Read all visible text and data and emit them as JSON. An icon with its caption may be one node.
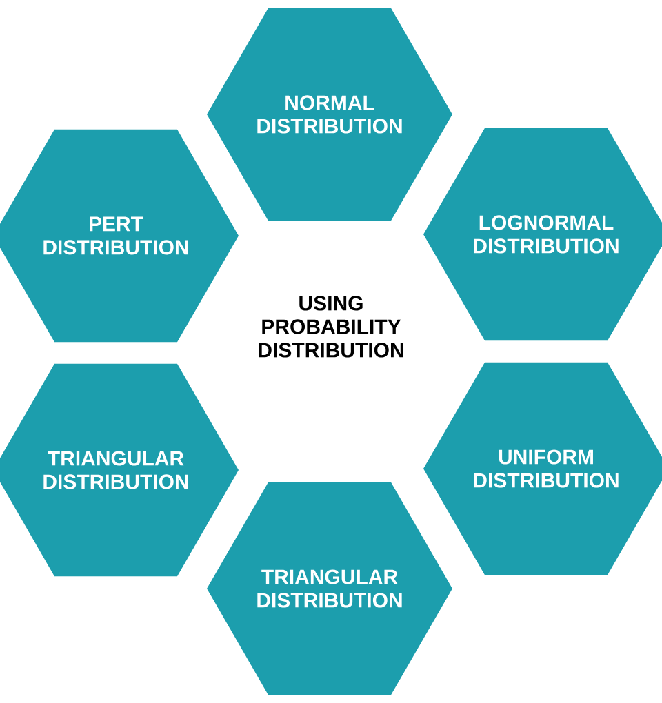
{
  "diagram": {
    "nodes": [
      {
        "text": [
          "NORMAL DISTRIBUTION"
        ]
      },
      {
        "text": [
          "PERT DISTRIBUTION"
        ]
      },
      {
        "text": [
          "LOGNORMAL DISTRIBUTION"
        ]
      },
      {
        "text": [
          "TRIANGULAR DISTRIBUTION"
        ]
      },
      {
        "text": [
          "UNIFORM DISTRIBUTION"
        ]
      },
      {
        "text": [
          "TRIANGULAR DISTRIBUTION"
        ]
      }
    ],
    "edges": [],
    "labels": [
      "USING PROBABILITY DISTRIBUTION"
    ]
  }
}
